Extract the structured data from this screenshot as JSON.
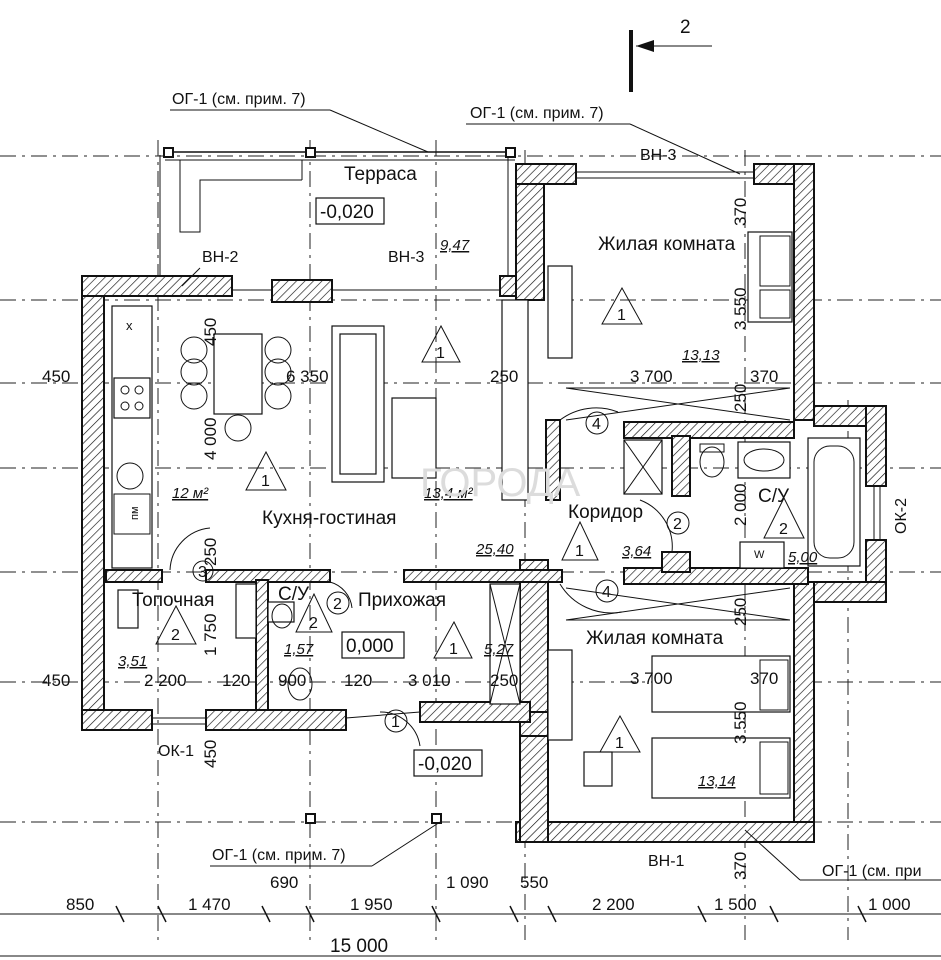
{
  "section_mark": "2",
  "rooms": {
    "terrace": "Терраса",
    "living1": "Жилая комната",
    "living2": "Жилая комната",
    "kitchen": "Кухня-гостиная",
    "corridor": "Коридор",
    "bath": "С/У",
    "wc": "С/У",
    "hall": "Прихожая",
    "boiler": "Топочная"
  },
  "room_areas": {
    "terrace": "9,47",
    "living1": "13,13",
    "living2": "13,14",
    "kitchen_total": "25,40",
    "corridor": "3,64",
    "bath": "5,00",
    "wc": "1,57",
    "hall": "5,27",
    "boiler": "3,51",
    "kitchen_part_a": "12 м²",
    "kitchen_part_b": "13,4 м²"
  },
  "levels": {
    "terrace": "-0,020",
    "hall": "0,000",
    "entry": "-0,020"
  },
  "callouts": {
    "og1_a": "ОГ-1 (см. прим. 7)",
    "og1_b": "ОГ-1 (см. прим. 7)",
    "og1_c": "ОГ-1 (см. прим. 7)",
    "og1_d": "ОГ-1 (см. при",
    "vn3_a": "ВН-3",
    "vn3_b": "ВН-3",
    "vn2": "ВН-2",
    "vn1": "ВН-1",
    "ok1": "ОК-1",
    "ok2": "ОК-2"
  },
  "markers": {
    "kitchen": "1",
    "living1": "1",
    "living2": "1",
    "corridor": "1",
    "hall": "1",
    "boiler": "2",
    "bath": "2",
    "wc": "2",
    "door_living1": "4",
    "door_living2": "4",
    "door_corridor": "2",
    "door_wc": "2",
    "door_boiler": "3",
    "door_entry": "1"
  },
  "fixtures": {
    "washer": "W",
    "dishwasher": "пм",
    "x_mark": "x"
  },
  "watermark": "ГОРОДА",
  "dims_inner": {
    "w_450_left": "450",
    "w_450_lower": "450",
    "w_450_bottom": "450",
    "k_450": "450",
    "k_6350": "6 350",
    "k_4000": "4 000",
    "k_250_left": "250",
    "k_250_right": "250",
    "r1_370_top": "370",
    "r1_3550": "3 550",
    "r1_3700": "3 700",
    "r1_370": "370",
    "r1_250": "250",
    "bath_2000": "2 000",
    "r2_250": "250",
    "r2_3700": "3 700",
    "r2_370": "370",
    "r2_3550": "3 550",
    "r2_370_bottom": "370",
    "b_1750": "1 750",
    "b_2200": "2 200",
    "b_120_a": "120",
    "b_900": "900",
    "b_120_b": "120",
    "b_3010": "3 010",
    "b_250": "250"
  },
  "dims_bottom": {
    "d850": "850",
    "d1470": "1 470",
    "d690": "690",
    "d1950": "1 950",
    "d1090": "1 090",
    "d550": "550",
    "d2200": "2 200",
    "d1500": "1 500",
    "d1000": "1 000",
    "total": "15 000"
  }
}
